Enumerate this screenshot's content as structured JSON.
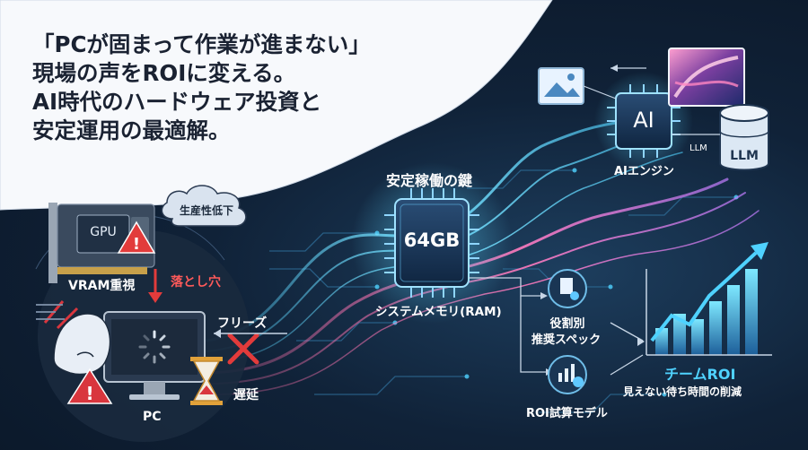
{
  "headline": {
    "line1": "「PCが固まって作業が進まない」",
    "line2": "現場の声をROIに変える。",
    "line3": "AI時代のハードウェア投資と",
    "line4": "安定運用の最適解。"
  },
  "left": {
    "gpu_chip": "GPU",
    "vram_label": "VRAM重視",
    "pitfall_label": "落とし穴",
    "cloud_label": "生産性低下",
    "freeze_label": "フリーズ",
    "delay_label": "遅延",
    "pc_label": "PC"
  },
  "center": {
    "title": "安定稼働の鍵",
    "ram_chip": "64GB",
    "ram_label": "システムメモリ(RAM)"
  },
  "right": {
    "ai_chip": "AI",
    "ai_label": "AIエンジン",
    "llm_small": "LLM",
    "llm_db": "LLM",
    "spec_label_1": "役割別",
    "spec_label_2": "推奨スペック",
    "roi_model_label": "ROI試算モデル",
    "team_roi": "チームROI",
    "team_roi_sub": "見えない待ち時間の削減"
  },
  "colors": {
    "accent_cyan": "#4fd2ff",
    "accent_pink": "#ff6fa8",
    "alert_red": "#e23b3b",
    "warning_red": "#d9363e",
    "gold": "#e2a23a"
  }
}
